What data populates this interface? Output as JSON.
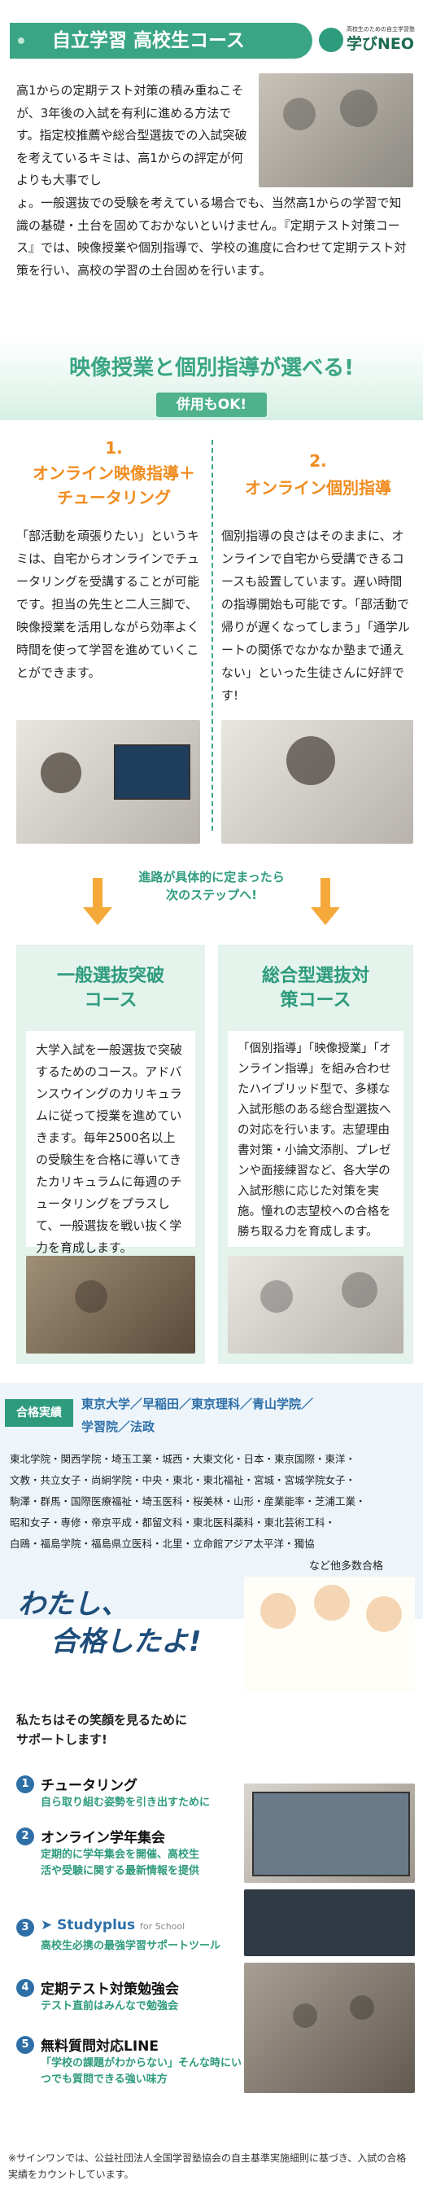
{
  "header": {
    "title": "自立学習 高校生コース",
    "logo_small": "高校生のための自立学習塾",
    "logo_text": "学びNEO"
  },
  "intro": {
    "paragraph_top": "高1からの定期テスト対策の積み重ねこそが、3年後の入試を有利に進める方法です。指定校推薦や総合型選抜での入試突破を考えているキミは、高1からの評定が何よりも大事でし",
    "paragraph_bottom": "ょ。一般選抜での受験を考えている場合でも、当然高1からの学習で知識の基礎・土台を固めておかないといけません。『定期テスト対策コース』では、映像授業や個別指導で、学校の進度に合わせて定期テスト対策を行い、高校の学習の土台固めを行います。"
  },
  "choice": {
    "heading": "映像授業と個別指導が選べる!",
    "badge": "併用もOK!"
  },
  "options": [
    {
      "number": "1.",
      "title": "オンライン映像指導＋チュータリング",
      "text": "「部活動を頑張りたい」というキミは、自宅からオンラインでチュータリングを受講することが可能です。担当の先生と二人三脚で、映像授業を活用しながら効率よく時間を使って学習を進めていくことができます。"
    },
    {
      "number": "2.",
      "title": "オンライン個別指導",
      "text": "個別指導の良さはそのままに、オンラインで自宅から受講できるコースも設置しています。遅い時間の指導開始も可能です。「部活動で帰りが遅くなってしまう」「通学ルートの関係でなかなか塾まで通えない」といった生徒さんに好評です!"
    }
  ],
  "next_step": "進路が具体的に定まったら次のステップへ!",
  "courses": [
    {
      "title": "一般選抜突破コース",
      "text": "大学入試を一般選抜で突破するためのコース。アドバンスウイングのカリキュラムに従って授業を進めていきます。毎年2500名以上の受験生を合格に導いてきたカリキュラムに毎週のチュータリングをプラスして、一般選抜を戦い抜く学力を育成します。"
    },
    {
      "title": "総合型選抜対策コース",
      "text": "「個別指導」「映像授業」「オンライン指導」を組み合わせたハイブリッド型で、多様な入試形態のある総合型選抜への対応を行います。志望理由書対策・小論文添削、プレゼンや面接練習など、各大学の入試形態に応じた対策を実施。憧れの志望校への合格を勝ち取る力を育成します。"
    }
  ],
  "results": {
    "label": "合格実績",
    "top_line1": "東京大学／早稲田／東京理科／青山学院／",
    "top_line2": "学習院／法政",
    "list_line1": "東北学院・関西学院・埼玉工業・城西・大東文化・日本・東京国際・東洋・",
    "list_line2": "文教・共立女子・尚絅学院・中央・東北・東北福祉・宮城・宮城学院女子・",
    "list_line3": "駒澤・群馬・国際医療福祉・埼玉医科・桜美林・山形・産業能率・芝浦工業・",
    "list_line4": "昭和女子・専修・帝京平成・都留文科・東北医科薬科・東北芸術工科・",
    "list_line5": "白鴎・福島学院・福島県立医科・北里・立命館アジア太平洋・獨協",
    "more": "など他多数合格"
  },
  "success": {
    "headline1": "わたし、",
    "headline2": "合格したよ!",
    "lead1": "私たちはその笑顔を見るために",
    "lead2": "サポートします!"
  },
  "supports": [
    {
      "num": "1",
      "title": "チュータリング",
      "sub": "自ら取り組む姿勢を引き出すために"
    },
    {
      "num": "2",
      "title": "オンライン学年集会",
      "sub": "定期的に学年集会を開催、高校生活や受験に関する最新情報を提供"
    },
    {
      "num": "3",
      "title": "Studyplus",
      "title_suffix": "for School",
      "sub": "高校生必携の最強学習サポートツール"
    },
    {
      "num": "4",
      "title": "定期テスト対策勉強会",
      "sub": "テスト直前はみんなで勉強会"
    },
    {
      "num": "5",
      "title": "無料質問対応LINE",
      "sub": "「学校の課題がわからない」そんな時にいつでも質問できる強い味方"
    }
  ],
  "footnote": "※サインワンでは、公益社団法人全国学習塾協会の自主基準実施細則に基づき、入試の合格実績をカウントしています。",
  "colors": {
    "accent_green": "#2e9b7d",
    "accent_orange": "#f08c1f",
    "pale_green": "#e4f3ec",
    "navy": "#2e6fa8"
  }
}
